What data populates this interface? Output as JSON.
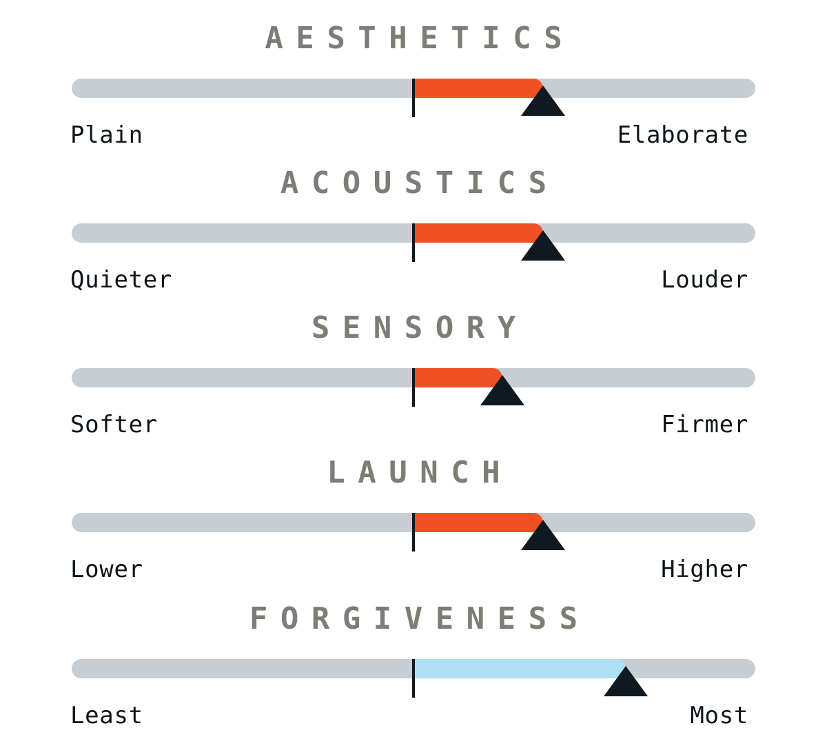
{
  "colors": {
    "track": "#c6cdd3",
    "fill_orange": "#f05025",
    "fill_blue": "#aee0f6",
    "pointer": "#0e1a20",
    "title": "#7d7d75",
    "label": "#0e1418"
  },
  "sections": [
    {
      "title": "AESTHETICS",
      "left_label": "Plain",
      "right_label": "Elaborate",
      "value": 0.38,
      "color": "#f05025"
    },
    {
      "title": "ACOUSTICS",
      "left_label": "Quieter",
      "right_label": "Louder",
      "value": 0.38,
      "color": "#f05025"
    },
    {
      "title": "SENSORY",
      "left_label": "Softer",
      "right_label": "Firmer",
      "value": 0.26,
      "color": "#f05025"
    },
    {
      "title": "LAUNCH",
      "left_label": "Lower",
      "right_label": "Higher",
      "value": 0.38,
      "color": "#f05025"
    },
    {
      "title": "FORGIVENESS",
      "left_label": "Least",
      "right_label": "Most",
      "value": 0.62,
      "color": "#aee0f6"
    }
  ]
}
